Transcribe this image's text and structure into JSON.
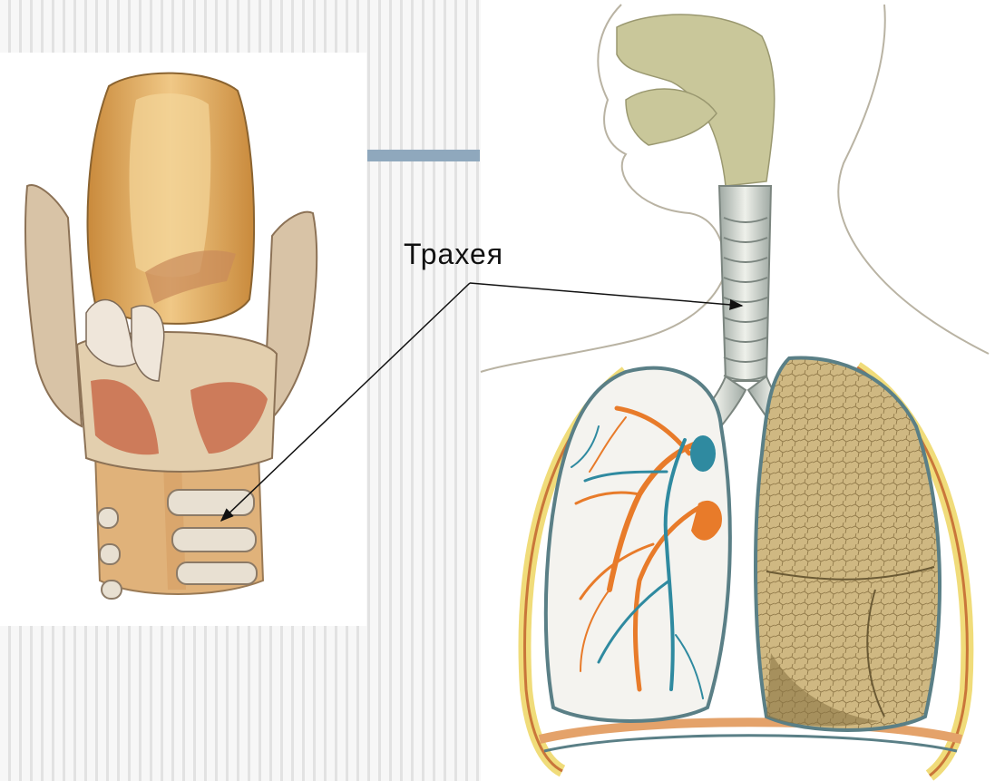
{
  "diagram": {
    "label": "Трахея",
    "colors": {
      "cartilage": "#e4b468",
      "trachea_ring": "#dfe3df",
      "lung_right": "#cfb882",
      "arteries": "#e87b2a",
      "veins": "#2f8aa0",
      "pleura": "#5a7f86",
      "ribs": "#f0dc7a",
      "accent_bar": "#8fa8bd"
    },
    "icons": [
      "larynx-illustration",
      "respiratory-system-illustration",
      "leader-arrow"
    ]
  }
}
